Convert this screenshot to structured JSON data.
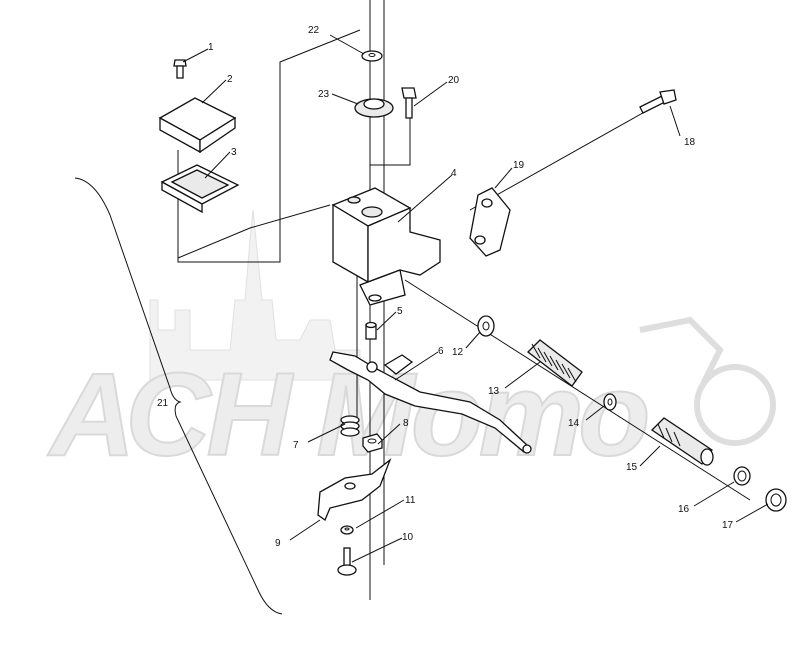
{
  "watermark": {
    "text": "АСН Мото"
  },
  "callouts": [
    {
      "id": "1",
      "text": "1"
    },
    {
      "id": "2",
      "text": "2"
    },
    {
      "id": "3",
      "text": "3"
    },
    {
      "id": "4",
      "text": "4"
    },
    {
      "id": "5",
      "text": "5"
    },
    {
      "id": "6",
      "text": "6"
    },
    {
      "id": "7",
      "text": "7"
    },
    {
      "id": "8",
      "text": "8"
    },
    {
      "id": "9",
      "text": "9"
    },
    {
      "id": "10",
      "text": "10"
    },
    {
      "id": "11",
      "text": "11"
    },
    {
      "id": "12",
      "text": "12"
    },
    {
      "id": "13",
      "text": "13"
    },
    {
      "id": "14",
      "text": "14"
    },
    {
      "id": "15",
      "text": "15"
    },
    {
      "id": "16",
      "text": "16"
    },
    {
      "id": "17",
      "text": "17"
    },
    {
      "id": "18",
      "text": "18"
    },
    {
      "id": "19",
      "text": "19"
    },
    {
      "id": "20",
      "text": "20"
    },
    {
      "id": "21",
      "text": "21"
    },
    {
      "id": "22",
      "text": "22"
    },
    {
      "id": "23",
      "text": "23"
    }
  ]
}
